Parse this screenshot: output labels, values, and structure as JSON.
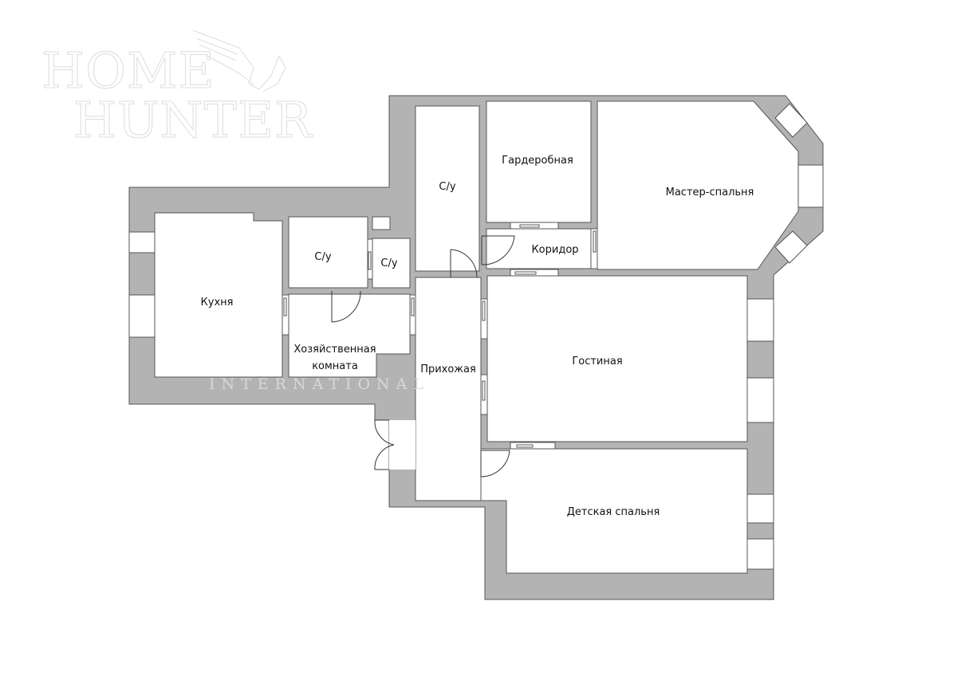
{
  "watermark": {
    "brand_line1": "HOME",
    "brand_line2": "HUNTER",
    "sub": "INTERNATIONAL",
    "logo_icon": "eagle-icon"
  },
  "rooms": {
    "kitchen": "Кухня",
    "bath1": "С/у",
    "bath2": "С/у",
    "bath3": "С/у",
    "utility_line1": "Хозяйственная",
    "utility_line2": "комната",
    "hall": "Прихожая",
    "wardrobe": "Гардеробная",
    "corridor": "Коридор",
    "master": "Мастер-спальня",
    "living": "Гостиная",
    "kids": "Детская спальня"
  },
  "colors": {
    "wall": "#b3b3b3",
    "outline": "#555555",
    "room": "#ffffff"
  }
}
